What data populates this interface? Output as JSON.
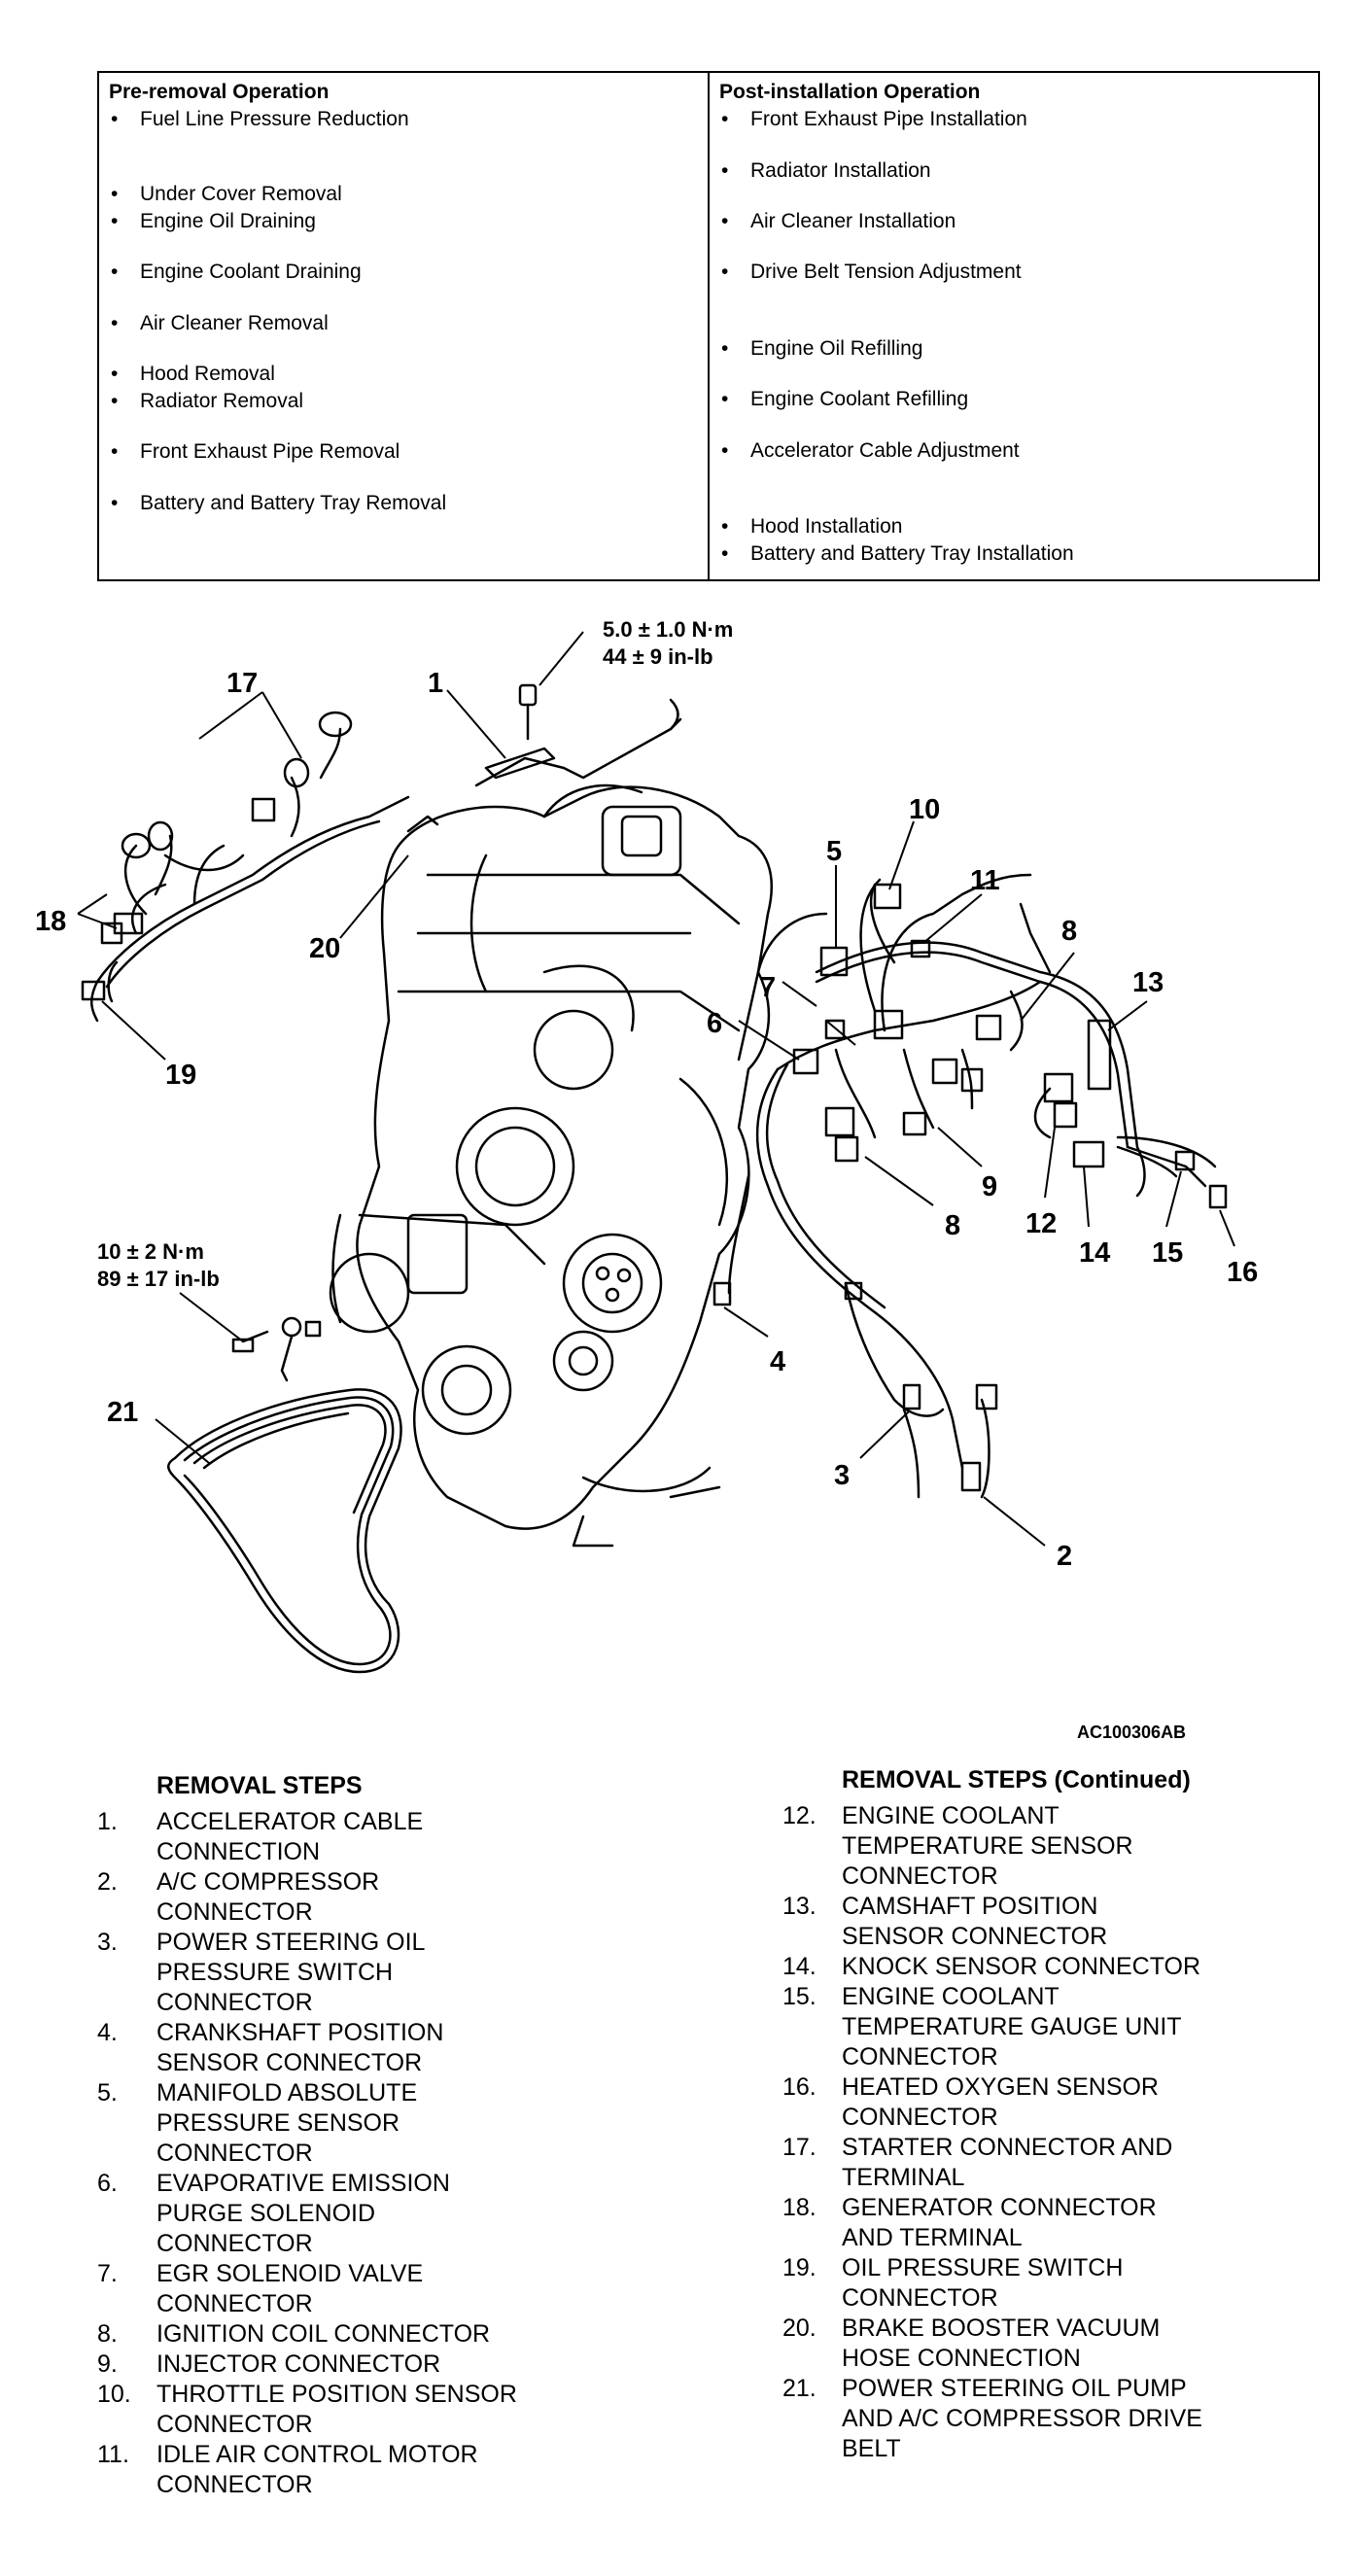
{
  "pre_removal": {
    "title": "Pre-removal Operation",
    "items": [
      "Fuel Line Pressure Reduction",
      "Under Cover Removal",
      "Engine Oil Draining",
      "Engine Coolant Draining",
      "Air Cleaner Removal",
      "Hood Removal",
      "Radiator Removal",
      "Front Exhaust Pipe Removal",
      "Battery and Battery Tray Removal"
    ]
  },
  "post_installation": {
    "title": "Post-installation Operation",
    "items": [
      "Front Exhaust Pipe Installation",
      "Radiator Installation",
      "Air Cleaner Installation",
      "Drive Belt Tension Adjustment",
      "Engine Oil Refilling",
      "Engine Coolant Refilling",
      "Accelerator Cable Adjustment",
      "Hood Installation",
      "Battery and Battery Tray Installation"
    ]
  },
  "diagram": {
    "torque_top_1": "5.0 ± 1.0 N·m",
    "torque_top_2": "44 ± 9 in-lb",
    "torque_left_1": "10 ± 2 N·m",
    "torque_left_2": "89 ± 17 in-lb",
    "callouts": [
      "1",
      "2",
      "3",
      "4",
      "5",
      "6",
      "7",
      "8",
      "8",
      "9",
      "10",
      "11",
      "12",
      "13",
      "14",
      "15",
      "16",
      "17",
      "18",
      "19",
      "20",
      "21"
    ],
    "figure_code": "AC100306AB"
  },
  "removal_steps": {
    "title": "REMOVAL STEPS",
    "items": [
      {
        "num": "1.",
        "text": "ACCELERATOR CABLE\nCONNECTION"
      },
      {
        "num": "2.",
        "text": "A/C COMPRESSOR\nCONNECTOR"
      },
      {
        "num": "3.",
        "text": "POWER STEERING OIL\nPRESSURE SWITCH\nCONNECTOR"
      },
      {
        "num": "4.",
        "text": "CRANKSHAFT POSITION\nSENSOR CONNECTOR"
      },
      {
        "num": "5.",
        "text": "MANIFOLD ABSOLUTE\nPRESSURE SENSOR\nCONNECTOR"
      },
      {
        "num": "6.",
        "text": "EVAPORATIVE EMISSION\nPURGE SOLENOID\nCONNECTOR"
      },
      {
        "num": "7.",
        "text": "EGR SOLENOID VALVE\nCONNECTOR"
      },
      {
        "num": "8.",
        "text": "IGNITION COIL CONNECTOR"
      },
      {
        "num": "9.",
        "text": " INJECTOR CONNECTOR"
      },
      {
        "num": "10.",
        "text": "THROTTLE POSITION SENSOR\nCONNECTOR"
      },
      {
        "num": "11.",
        "text": "IDLE AIR CONTROL MOTOR\nCONNECTOR"
      }
    ]
  },
  "removal_steps_cont": {
    "title": "REMOVAL STEPS (Continued)",
    "items": [
      {
        "num": "12.",
        "text": "ENGINE COOLANT\nTEMPERATURE SENSOR\nCONNECTOR"
      },
      {
        "num": "13.",
        "text": "CAMSHAFT POSITION\nSENSOR CONNECTOR"
      },
      {
        "num": "14.",
        "text": "KNOCK SENSOR CONNECTOR"
      },
      {
        "num": "15.",
        "text": "ENGINE COOLANT\nTEMPERATURE GAUGE UNIT\nCONNECTOR"
      },
      {
        "num": "16.",
        "text": "HEATED OXYGEN SENSOR\nCONNECTOR"
      },
      {
        "num": "17.",
        "text": "STARTER CONNECTOR AND\nTERMINAL"
      },
      {
        "num": "18.",
        "text": "GENERATOR CONNECTOR\nAND TERMINAL"
      },
      {
        "num": "19.",
        "text": "OIL PRESSURE SWITCH\nCONNECTOR"
      },
      {
        "num": "20.",
        "text": "BRAKE BOOSTER VACUUM\nHOSE CONNECTION"
      },
      {
        "num": "21.",
        "text": "POWER STEERING OIL PUMP\nAND A/C COMPRESSOR DRIVE\nBELT"
      }
    ]
  }
}
